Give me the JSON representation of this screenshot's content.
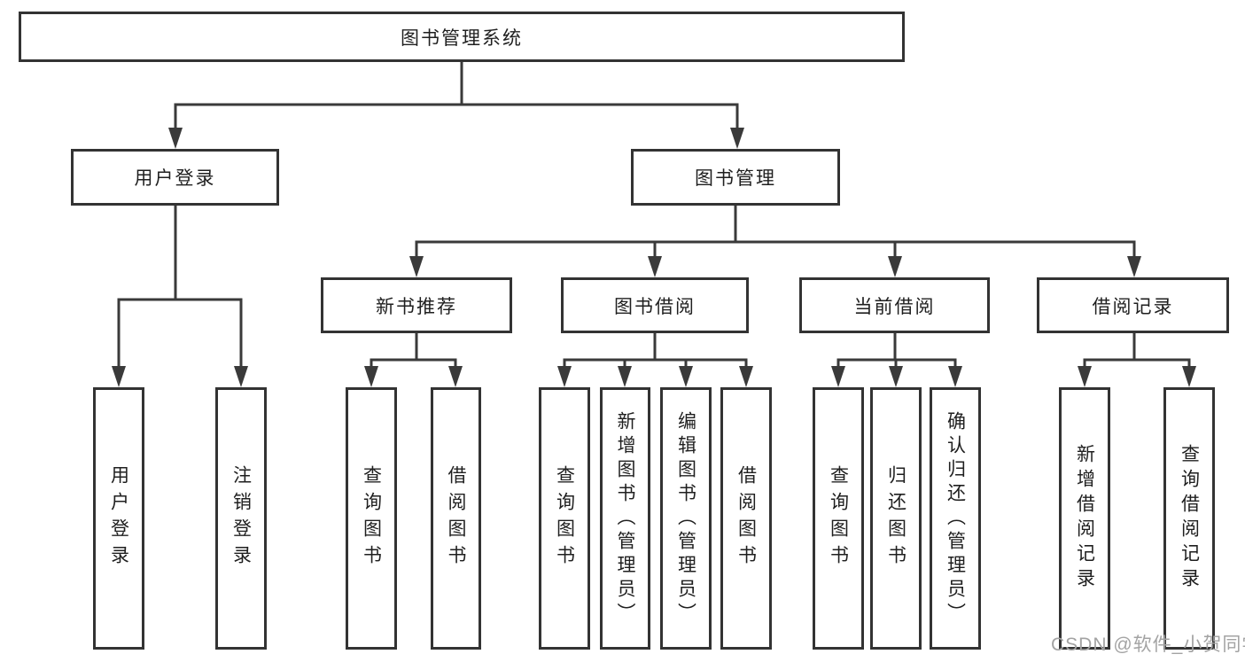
{
  "tree": {
    "root": {
      "label": "图书管理系统"
    },
    "branches": [
      {
        "label": "用户登录",
        "leaves": [
          {
            "label": "用户登录"
          },
          {
            "label": "注销登录"
          }
        ]
      },
      {
        "label": "图书管理",
        "groups": [
          {
            "label": "新书推荐",
            "leaves": [
              {
                "label": "查询图书"
              },
              {
                "label": "借阅图书"
              }
            ]
          },
          {
            "label": "图书借阅",
            "leaves": [
              {
                "label": "查询图书"
              },
              {
                "label": "新增图书（管理员）"
              },
              {
                "label": "编辑图书（管理员）"
              },
              {
                "label": "借阅图书"
              }
            ]
          },
          {
            "label": "当前借阅",
            "leaves": [
              {
                "label": "查询图书"
              },
              {
                "label": "归还图书"
              },
              {
                "label": "确认归还（管理员）"
              }
            ]
          },
          {
            "label": "借阅记录",
            "leaves": [
              {
                "label": "新增借阅记录"
              },
              {
                "label": "查询借阅记录"
              }
            ]
          }
        ]
      }
    ]
  },
  "watermark": {
    "text": "CSDN @软件_小贺同学"
  },
  "colors": {
    "background": "#ffffff",
    "line": "#3a3a3a",
    "box_border": "#333333",
    "box_fill": "#ffffff",
    "text": "#1f1f1f",
    "watermark": "#a3a3a3"
  }
}
